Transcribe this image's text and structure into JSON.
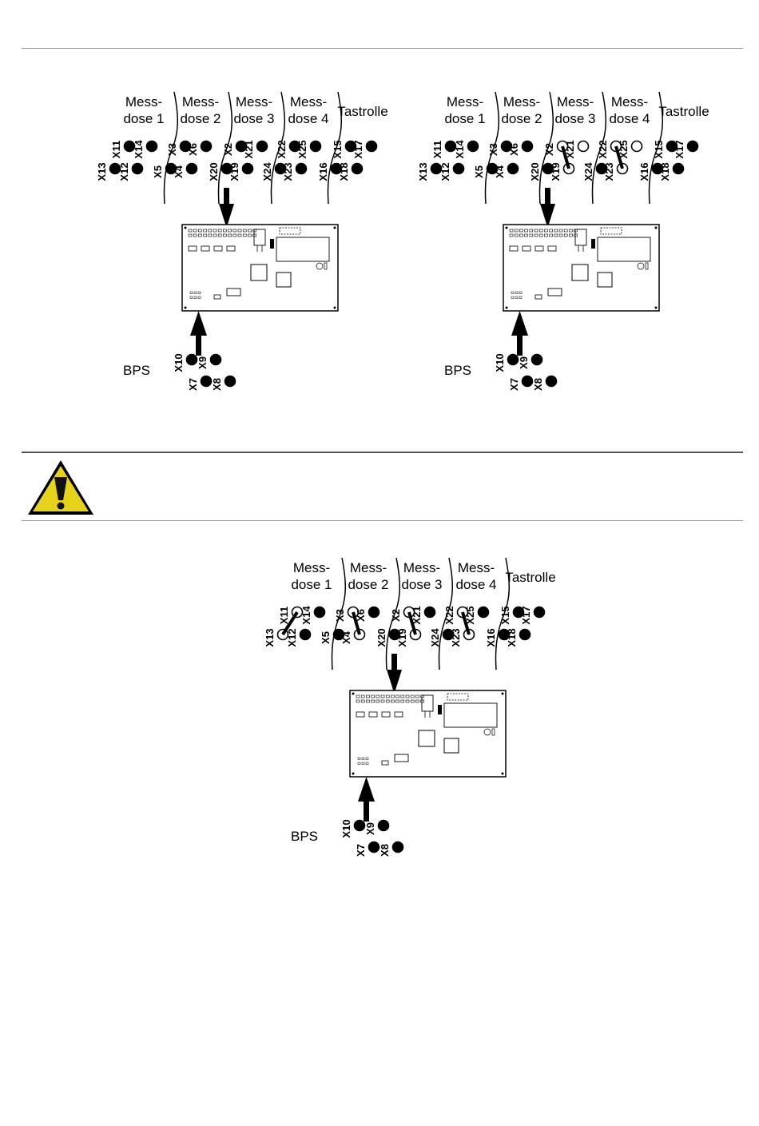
{
  "sections": [
    "Mess-\ndose 1",
    "Mess-\ndose 2",
    "Mess-\ndose 3",
    "Mess-\ndose 4",
    "Tastrolle"
  ],
  "bps_label": "BPS",
  "bps_pins": {
    "top": [
      "X10",
      "X9"
    ],
    "bottom": [
      "X7",
      "X8"
    ]
  },
  "pin_groups": [
    {
      "top": [
        "X11",
        "X14"
      ],
      "bottom": [
        "X13",
        "X12"
      ]
    },
    {
      "top": [
        "X3",
        "X6"
      ],
      "bottom": [
        "X5",
        "X4"
      ]
    },
    {
      "top": [
        "X2",
        "X21"
      ],
      "bottom": [
        "X20",
        "X19"
      ]
    },
    {
      "top": [
        "X22",
        "X25"
      ],
      "bottom": [
        "X24",
        "X23"
      ]
    },
    {
      "top": [
        "X15",
        "X17"
      ],
      "bottom": [
        "X16",
        "X18"
      ]
    }
  ],
  "diagrams": [
    {
      "id": "a",
      "jumpers": [],
      "open_pins": []
    },
    {
      "id": "b",
      "jumpers": [
        [
          "X2",
          "X19"
        ],
        [
          "X22",
          "X23"
        ]
      ],
      "open_pins": [
        "X2",
        "X19",
        "X21",
        "X22",
        "X23",
        "X25"
      ]
    },
    {
      "id": "c",
      "jumpers": [
        [
          "X11",
          "X13"
        ],
        [
          "X3",
          "X4"
        ],
        [
          "X2",
          "X19"
        ],
        [
          "X22",
          "X23"
        ]
      ],
      "open_pins": [
        "X11",
        "X13",
        "X3",
        "X4",
        "X2",
        "X19",
        "X22",
        "X23"
      ]
    }
  ],
  "warning_icon": "warning-triangle-icon"
}
